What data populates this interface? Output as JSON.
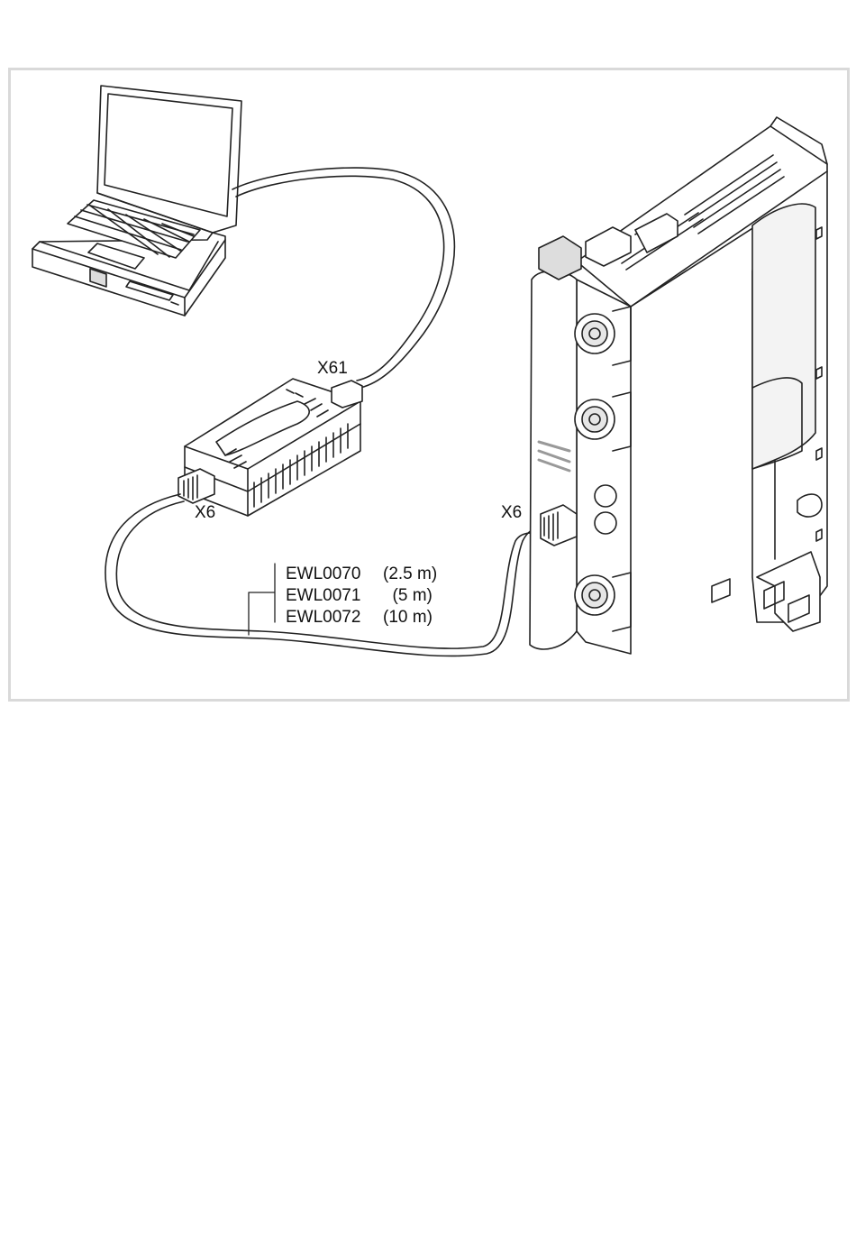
{
  "diagram": {
    "labels": {
      "x61": "X61",
      "x6_adapter": "X6",
      "x6_drive": "X6"
    },
    "cables": [
      {
        "code": "EWL0070",
        "length": "(2.5 m)"
      },
      {
        "code": "EWL0071",
        "length": "  (5 m)"
      },
      {
        "code": "EWL0072",
        "length": "(10 m)"
      }
    ]
  },
  "colors": {
    "line": "#222222",
    "frame": "#d9d9d9",
    "fill": "#ffffff",
    "shade": "#e6e6e6"
  }
}
